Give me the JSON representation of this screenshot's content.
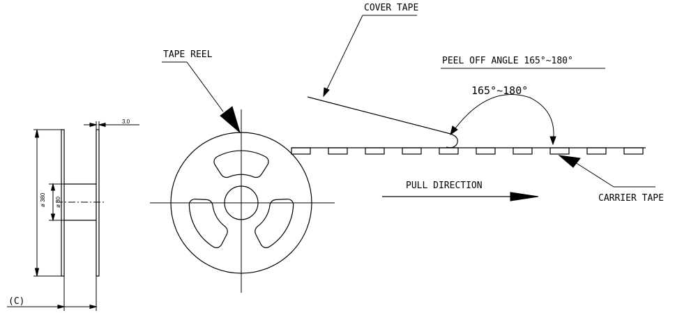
{
  "labels": {
    "cover_tape": "COVER TAPE",
    "tape_reel": "TAPE REEL",
    "peel_off_angle": "PEEL OFF ANGLE 165°~180°",
    "angle_value": "165°~180°",
    "pull_direction": "PULL DIRECTION",
    "carrier_tape": "CARRIER TAPE",
    "section_c": "(C)"
  },
  "dimensions": {
    "flange_thickness": "3.0",
    "reel_diameter": "ø 380",
    "hub_diameter": "ø 80"
  },
  "colors": {
    "line": "#000000",
    "background": "#ffffff"
  }
}
